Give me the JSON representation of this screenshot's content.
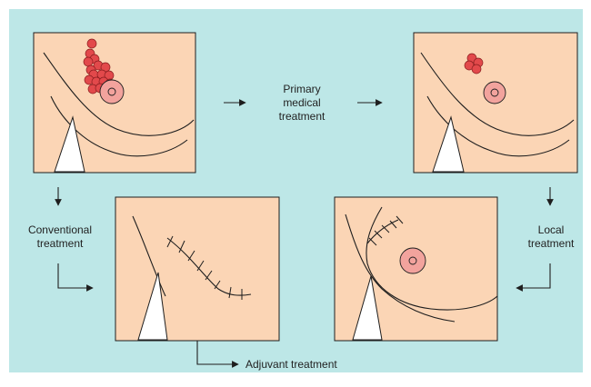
{
  "colors": {
    "background": "#bde7e7",
    "panel": "#fbd5b5",
    "tumor": "#e2494b",
    "areola": "#f2a39d",
    "line": "#1e1e1e"
  },
  "labels": {
    "primary_medical_treatment": [
      "Primary",
      "medical",
      "treatment"
    ],
    "conventional_treatment": [
      "Conventional",
      "treatment"
    ],
    "local_treatment": [
      "Local",
      "treatment"
    ],
    "adjuvant_treatment": "Adjuvant treatment"
  },
  "panels": [
    {
      "name": "panel-initial-tumor",
      "tumor_nodules": 16,
      "has_nipple": true,
      "scar": false
    },
    {
      "name": "panel-after-primary-treatment",
      "tumor_nodules": 4,
      "has_nipple": true,
      "scar": false
    },
    {
      "name": "panel-after-mastectomy",
      "tumor_nodules": 0,
      "has_nipple": false,
      "scar": true
    },
    {
      "name": "panel-after-breast-conserving-surgery",
      "tumor_nodules": 0,
      "has_nipple": true,
      "scar": true
    }
  ]
}
